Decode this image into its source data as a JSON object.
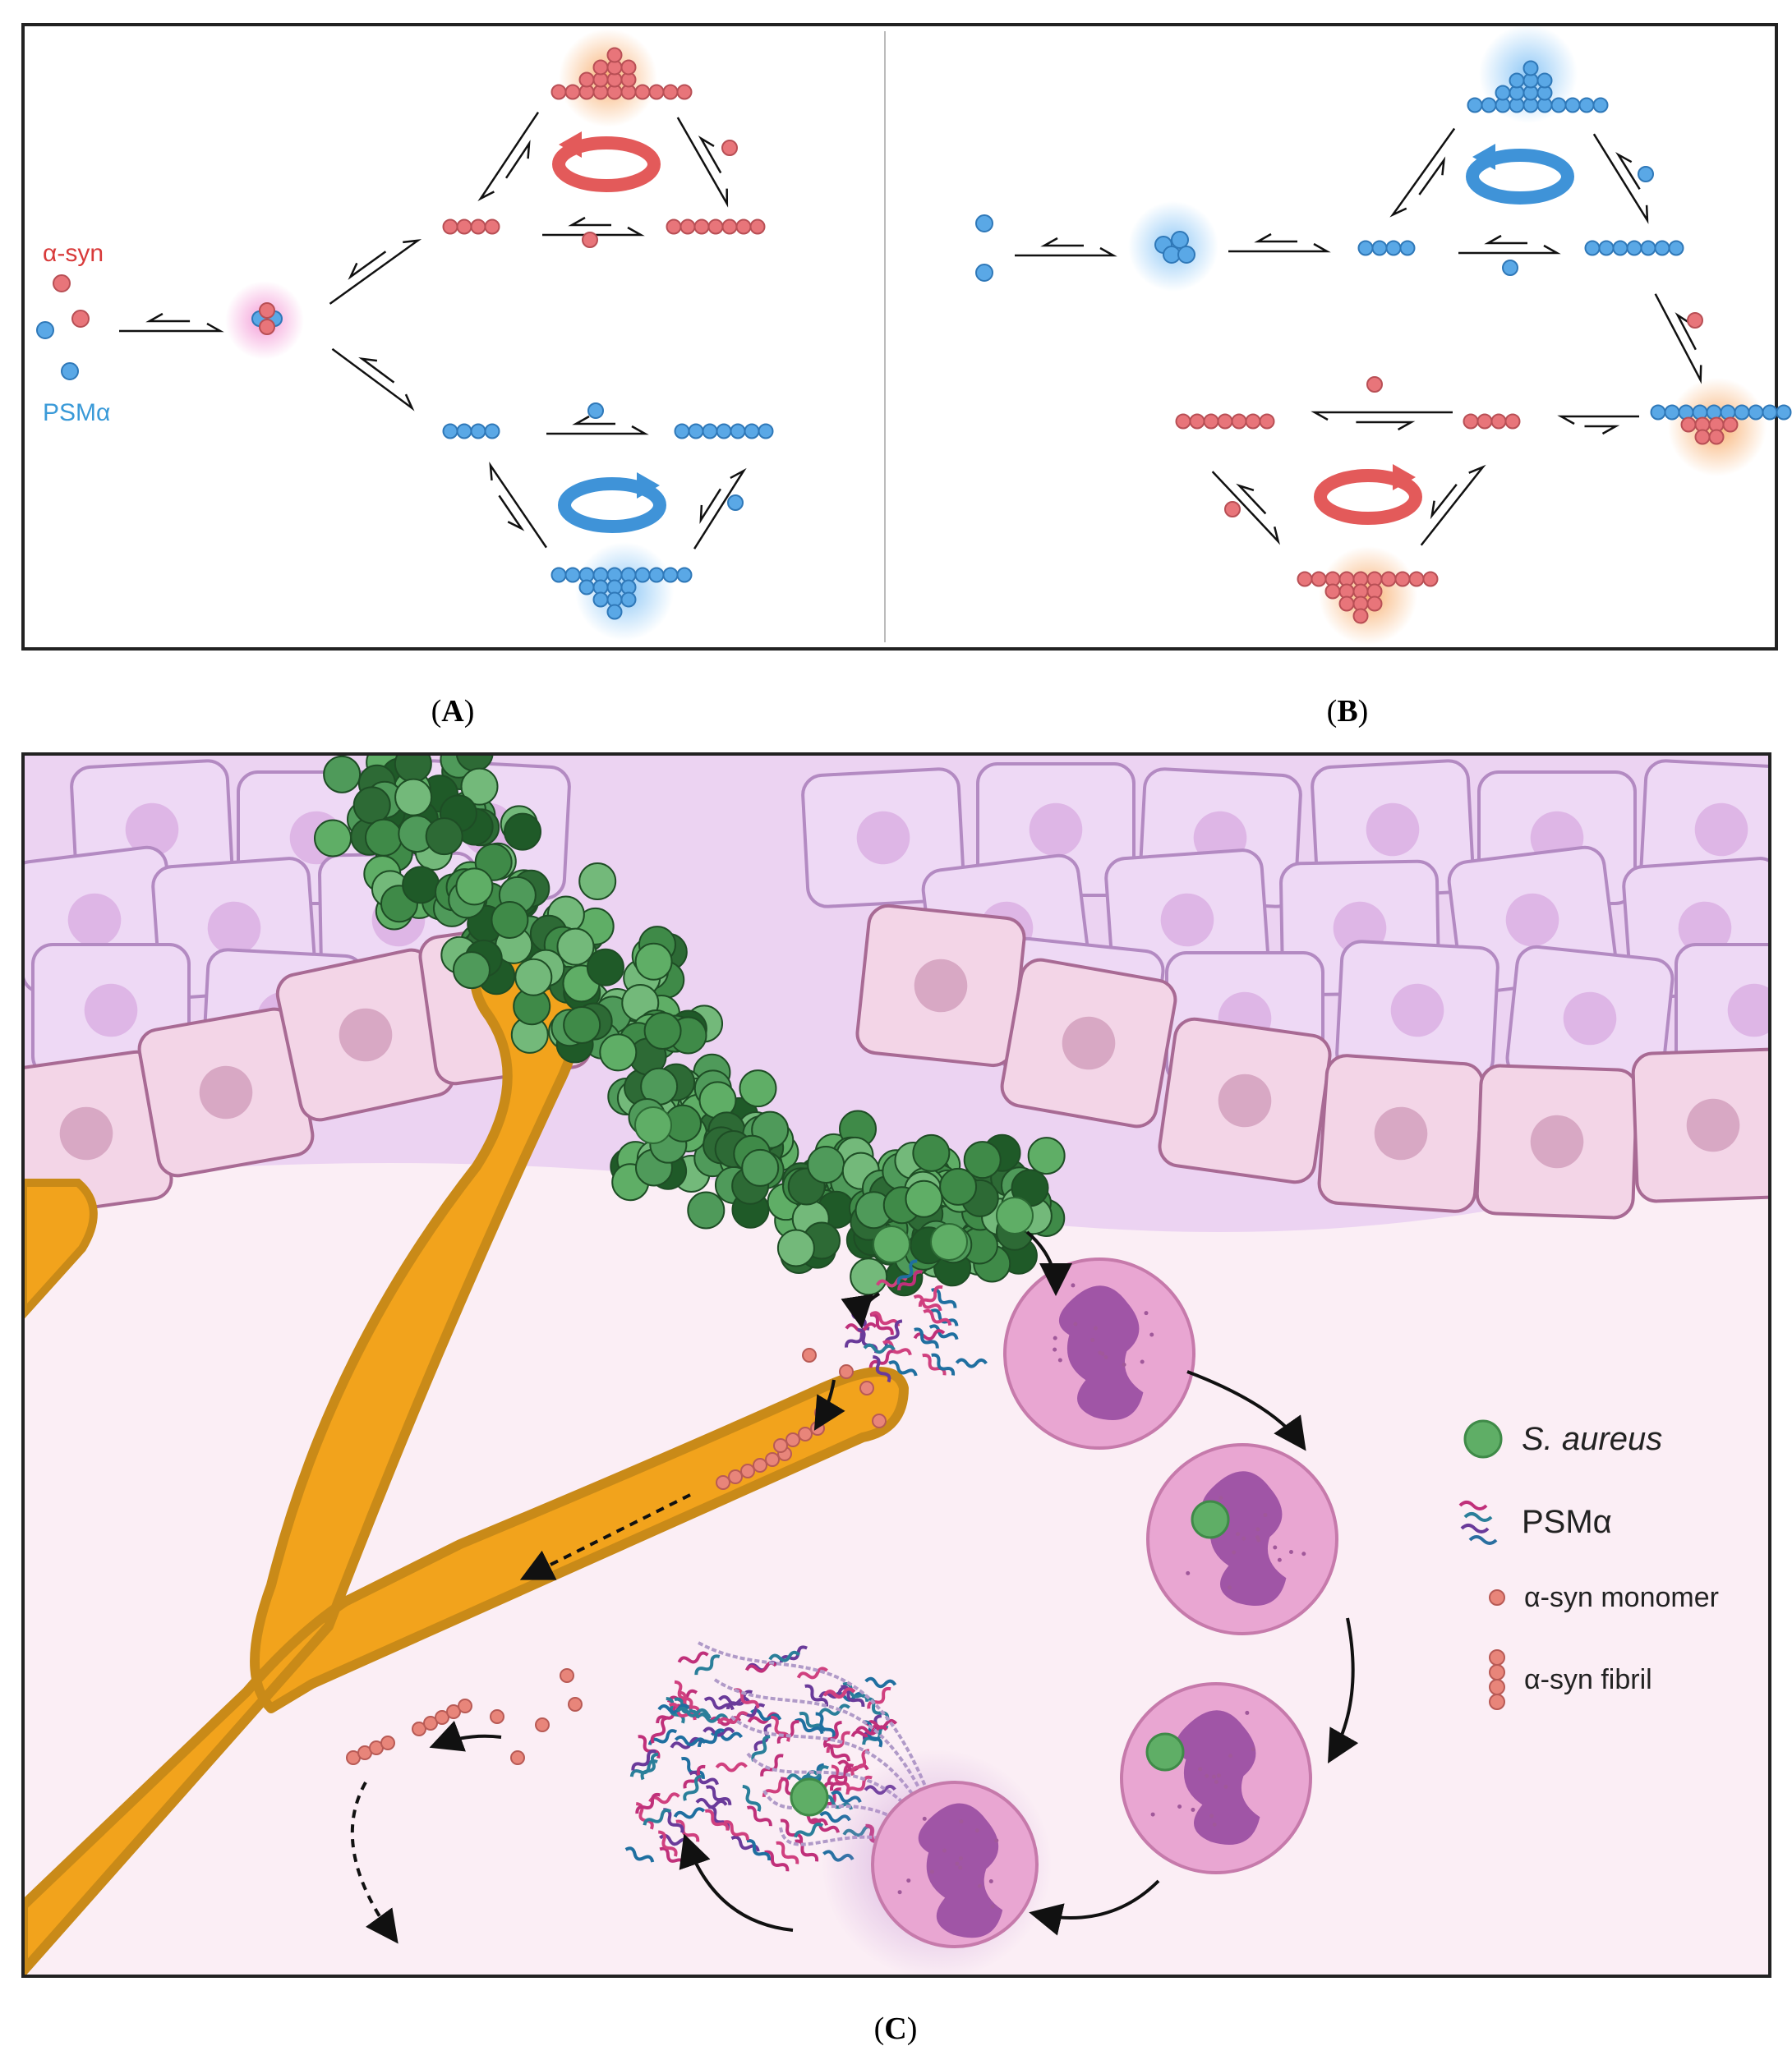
{
  "panel_a": {
    "caption_open": "(",
    "caption_letter": "A",
    "caption_close": ")",
    "label_asyn": "α-syn",
    "label_psma": "PSMα"
  },
  "panel_b": {
    "caption_open": "(",
    "caption_letter": "B",
    "caption_close": ")"
  },
  "panel_c": {
    "caption_open": "(",
    "caption_letter": "C",
    "caption_close": ")",
    "legend": {
      "s_aureus": "S. aureus",
      "psma": "PSMα",
      "asyn_monomer": "α-syn monomer",
      "asyn_fibril": "α-syn fibril"
    }
  },
  "colors": {
    "asyn_red": "#e8757a",
    "psma_blue": "#5aa8e6",
    "bacteria_green": "#4f9a5a",
    "neuron_orange": "#f2a31c",
    "cell_purple": "#ecd3f2",
    "neutrophil_pink": "#e9a6d2",
    "label_red": "#d83a3a",
    "label_blue": "#3a9ad8"
  }
}
